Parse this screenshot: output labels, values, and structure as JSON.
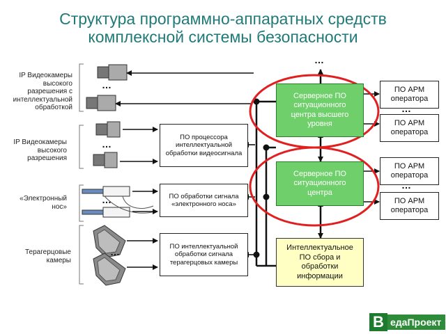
{
  "title": {
    "line1": "Структура программно-аппаратных средств",
    "line2": "комплексной системы безопасности"
  },
  "devices": {
    "ip_hd_intel": "IP Видеокамеры высокого разрешения с интеллектуальной обработкой",
    "ip_hd": "IP Видеокамеры высокого разрешения",
    "e_nose": "«Электронный нос»",
    "terahertz": "Терагерцовые камеры"
  },
  "processing": {
    "video": "ПО процессора интеллектуальной обработки видеосигнала",
    "nose": "ПО обработки сигнала «электронного носа»",
    "thz": "ПО интеллектуальной обработки сигнала терагерцовых камеры"
  },
  "servers": {
    "top": "Серверное ПО ситуационного центра высшего уровня",
    "center": "Серверное ПО ситуационного центра",
    "collect": "Интеллектуальное ПО сбора и обработки информации"
  },
  "arm": {
    "label": "ПО АРМ оператора"
  },
  "ellipsis": "…",
  "logo": {
    "letter": "В",
    "text": "едаПроект"
  },
  "colors": {
    "title": "#1f7a78",
    "server_green": "#6fcf6b",
    "collect_yellow": "#ffffc4",
    "highlight_red": "#e02020"
  }
}
